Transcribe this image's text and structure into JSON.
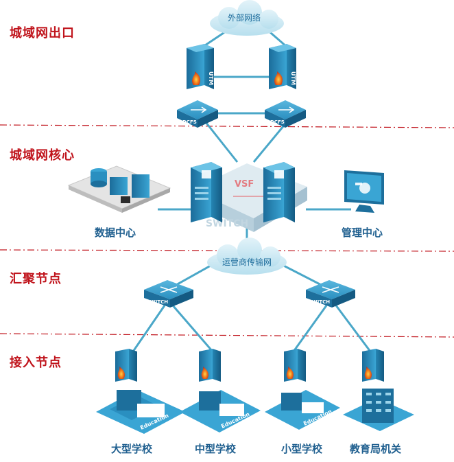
{
  "tiers": {
    "exit": "城域网出口",
    "core": "城域网核心",
    "aggregation": "汇聚节点",
    "access": "接入节点"
  },
  "clouds": {
    "external": "外部网络",
    "carrier": "运营商传输网"
  },
  "nodes": {
    "data_center": "数据中心",
    "management_center": "管理中心",
    "large_school": "大型学校",
    "medium_school": "中型学校",
    "small_school": "小型学校",
    "education_bureau": "教育局机关"
  },
  "device_marks": {
    "utm": "UTM",
    "dcfs": "DCFS",
    "switch": "SWITCH",
    "vsf": "VSF",
    "education": "Education"
  },
  "colors": {
    "tier_label": "#c0141c",
    "divider": "#c0141c",
    "link": "#4aa7c8",
    "device": "#2a8fc0",
    "node_label": "#1f5f8f",
    "cloud": "#c9e6f1"
  }
}
